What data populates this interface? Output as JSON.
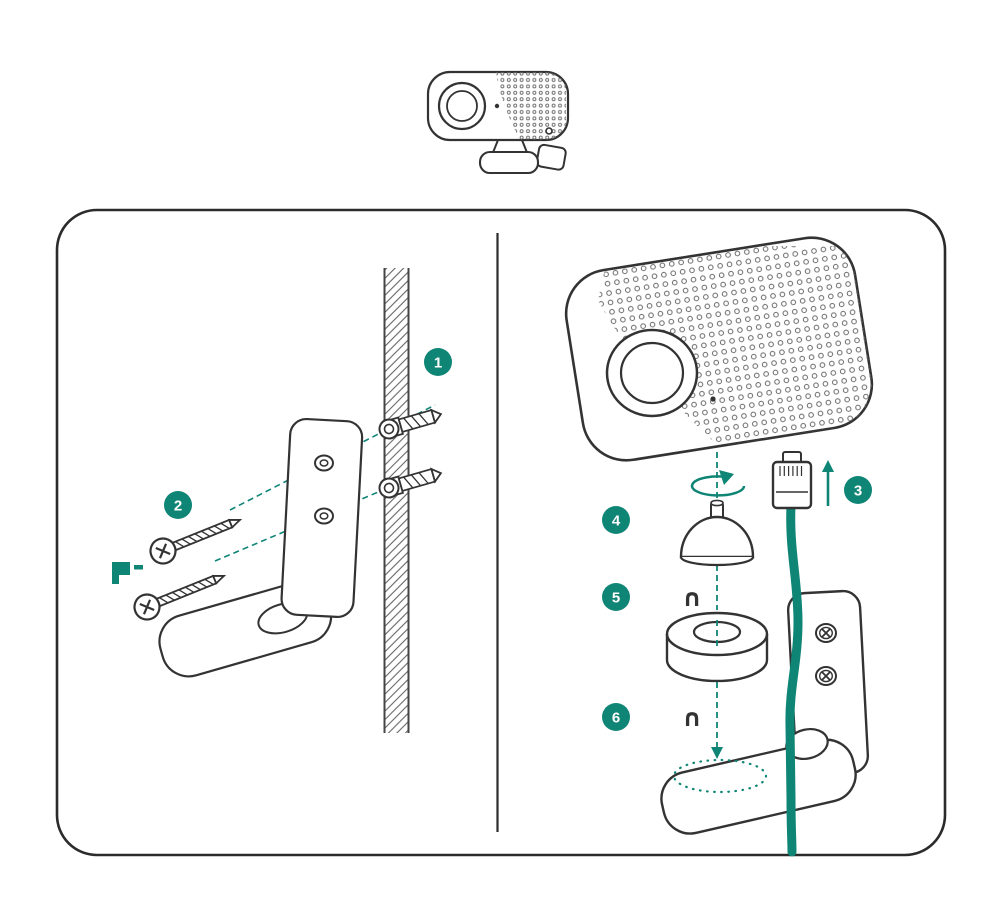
{
  "diagram": {
    "colors": {
      "accent": "#0F8576",
      "ink": "#333333",
      "panel_border": "#2B2B2B",
      "background": "#FFFFFF"
    },
    "steps": [
      {
        "number": "1"
      },
      {
        "number": "2"
      },
      {
        "number": "3"
      },
      {
        "number": "4"
      },
      {
        "number": "5"
      },
      {
        "number": "6"
      }
    ],
    "symbols": {
      "magnet": "∩"
    }
  }
}
